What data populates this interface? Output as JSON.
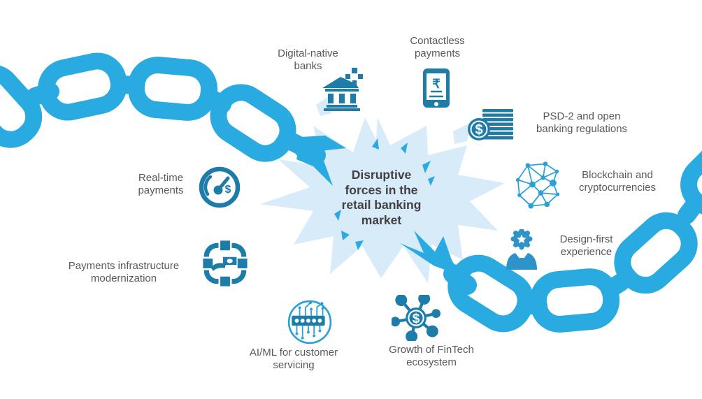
{
  "title": "Disruptive forces in the retail banking market",
  "center": {
    "text": "Disruptive\nforces in the\nretail banking\nmarket"
  },
  "items": [
    {
      "id": "digital-native-banks",
      "label": "Digital-native\nbanks",
      "icon": "bank-icon"
    },
    {
      "id": "contactless-payments",
      "label": "Contactless\npayments",
      "icon": "smartphone-rupee-icon",
      "symbol": "₹"
    },
    {
      "id": "psd2-open-banking",
      "label": "PSD-2 and open\nbanking regulations",
      "icon": "coin-stack-dollar-icon",
      "symbol": "$"
    },
    {
      "id": "blockchain-crypto",
      "label": "Blockchain and\ncryptocurrencies",
      "icon": "blockchain-network-icon"
    },
    {
      "id": "design-first-experience",
      "label": "Design-first\nexperience",
      "icon": "person-star-badge-icon"
    },
    {
      "id": "fintech-ecosystem",
      "label": "Growth of FinTech\necosystem",
      "icon": "dollar-hub-network-icon",
      "symbol": "$"
    },
    {
      "id": "ai-ml-servicing",
      "label": "AI/ML for customer\nservicing",
      "icon": "circuit-chip-icon"
    },
    {
      "id": "payments-infrastructure",
      "label": "Payments infrastructure\nmodernization",
      "icon": "payment-hand-network-icon"
    },
    {
      "id": "real-time-payments",
      "label": "Real-time\npayments",
      "icon": "speedometer-dollar-icon",
      "symbol": "$"
    }
  ],
  "decorations": {
    "broken_chain": "blue chain broken at center starburst",
    "starburst": "light blue explosion behind center title"
  },
  "colors": {
    "chain_blue": "#29ABE2",
    "burst_blue": "#D8EBF8",
    "icon_teal": "#1E7DA8",
    "icon_light_blue": "#2FA0D4",
    "icon_mid_blue": "#2D93C8",
    "label_gray": "#58595B",
    "title_gray": "#414042"
  }
}
